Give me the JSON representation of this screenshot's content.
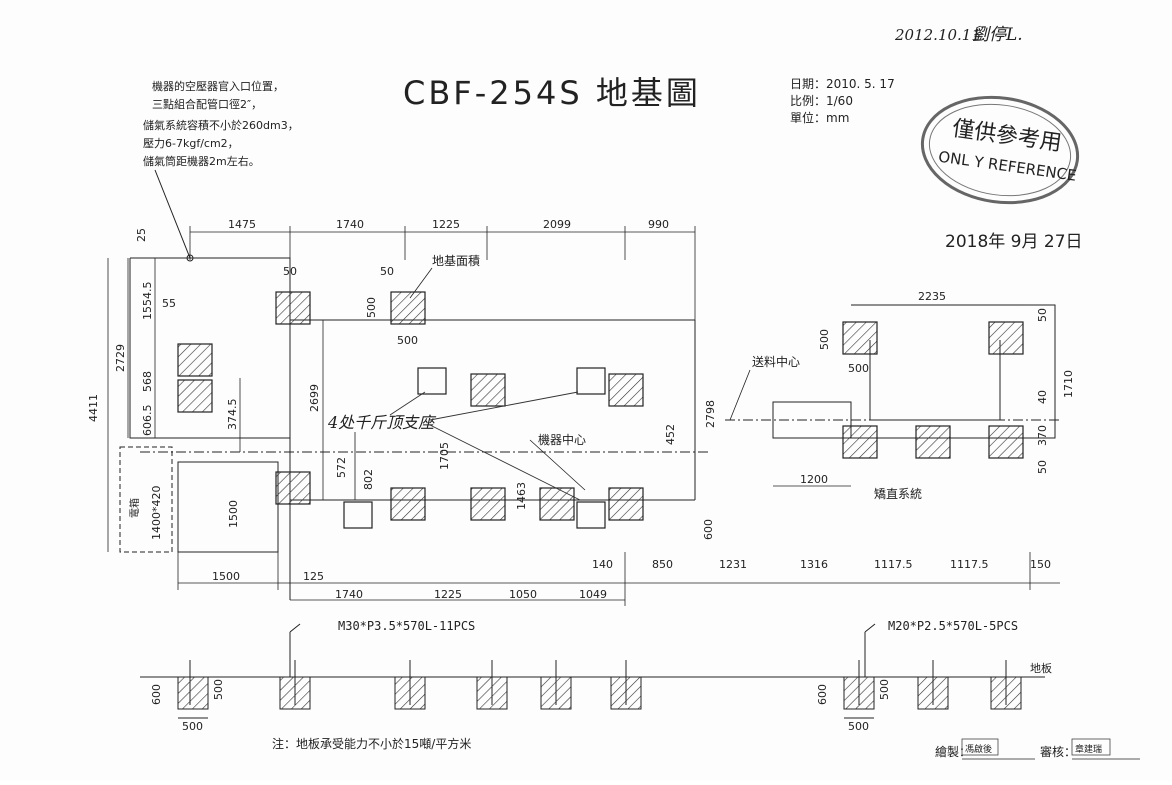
{
  "handwritten_date": "2012.10.11.",
  "handwritten_sign": "劉停L.",
  "title": "CBF-254S  地基圖",
  "info": {
    "date": "日期：2010. 5. 17",
    "scale": "比例：1/60",
    "unit": "單位：mm"
  },
  "stamp": {
    "line1": "僅供參考用",
    "line2": "ONL Y REFERENCE"
  },
  "date_stamp": "2018年 9月 27日",
  "note_lines": [
    "機器的空壓器官入口位置，",
    "三點組合配管口徑2″，",
    "儲氣系統容積不小於260dm3，",
    "壓力6-7kgf/cm2，",
    "儲氣筒距機器2m左右。"
  ],
  "labels": {
    "foundation_area": "地基面積",
    "feed_center": "送料中心",
    "machine_center": "機器中心",
    "jack_note": "4处千斤顶支座",
    "electric_box_label": "電箱",
    "electric_box_size": "1400*420",
    "straightening": "矯直系統",
    "floor": "地板",
    "bolt_left": "M30*P3.5*570L-11PCS",
    "bolt_right": "M20*P2.5*570L-5PCS",
    "footnote": "注：地板承受能力不小於15噸/平方米",
    "drawn_by": "繪製：",
    "drawn_sign": "馮啟後",
    "checked_by": "審核：",
    "checked_sign": "章建瑞"
  },
  "dims_top": [
    "1475",
    "1740",
    "1225",
    "2099",
    "990"
  ],
  "dims_top_small": [
    "25",
    "50",
    "50",
    "500",
    "500",
    "55"
  ],
  "dims_left": [
    "4411",
    "2729",
    "1554.5",
    "568",
    "606.5",
    "374.5",
    "2699"
  ],
  "dims_mid": [
    "572",
    "802",
    "1705",
    "1463",
    "452",
    "2798",
    "600",
    "1500"
  ],
  "dims_bottom_row1": [
    "1500",
    "125",
    "140",
    "850",
    "1231",
    "1316",
    "1117.5",
    "1117.5",
    "150"
  ],
  "dims_bottom_row2": [
    "1740",
    "1225",
    "1050",
    "1049"
  ],
  "dims_right": [
    "2235",
    "500",
    "500",
    "50",
    "40",
    "1710",
    "370",
    "50",
    "1200"
  ],
  "dims_section": [
    "600",
    "500",
    "500",
    "600",
    "500",
    "500"
  ]
}
